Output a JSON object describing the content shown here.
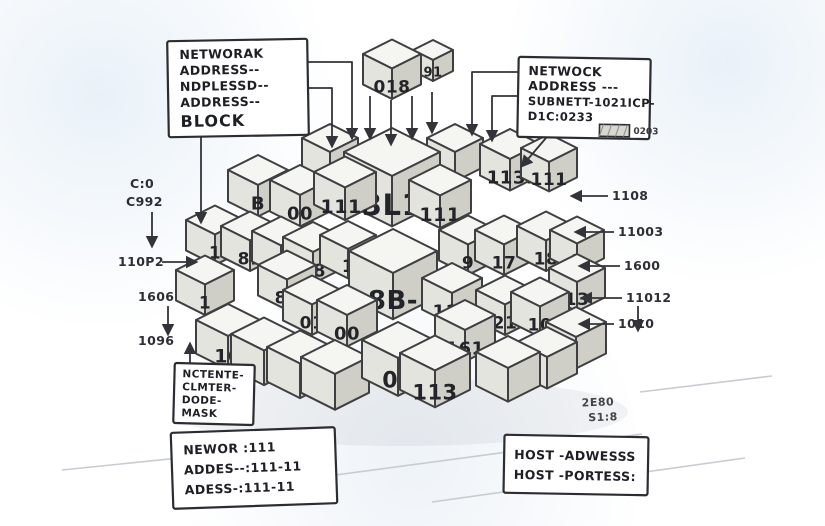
{
  "colors": {
    "stroke": "#3f3f42",
    "face_top": "#f5f5f1",
    "face_left": "#e4e4de",
    "face_right": "#cfcfc7",
    "label": "#232429",
    "background_tint": "#e9f1f8"
  },
  "callouts": {
    "top_left": {
      "lines": [
        "NETWORAK",
        "ADDRESS--",
        "NDPLESSD--",
        "ADDRESS--",
        "BLOCK"
      ]
    },
    "top_right": {
      "lines": [
        "NETWOCK",
        "ADDRESS ---",
        "SUBNETT-1021ICP-",
        "D1C:0233"
      ],
      "legend_text": "0203"
    },
    "bottom_left": {
      "lines": [
        "NCTENTE-",
        "CLMTER-",
        "DODE-",
        "MASK"
      ]
    },
    "bottom_center": {
      "lines": [
        "NEWOR :111",
        "ADDES--:111-11",
        "ADESS-:111-11"
      ]
    },
    "bottom_right": {
      "lines": [
        "HOST -ADWESSS",
        "HOST -PORTESS:"
      ]
    },
    "floor_note": {
      "lines": [
        "2E80",
        "S1:8"
      ]
    }
  },
  "left_ticks": [
    "C:0",
    "C992",
    "110P2",
    "1606",
    "1096"
  ],
  "right_ticks": [
    "1108",
    "11003",
    "1600",
    "11012",
    "1010"
  ],
  "cubes": [
    "",
    "",
    "3L1",
    "91",
    "018",
    "B",
    "00",
    "111.",
    "111",
    "113.",
    "111",
    "1",
    "81",
    "18",
    "88",
    "1",
    "9",
    "17",
    "18",
    "3",
    "1",
    "81",
    "13",
    "8B-",
    "111",
    "21",
    "10",
    "01",
    "00",
    "161",
    "",
    "",
    "",
    "10",
    "",
    "",
    "",
    "00",
    "113"
  ]
}
